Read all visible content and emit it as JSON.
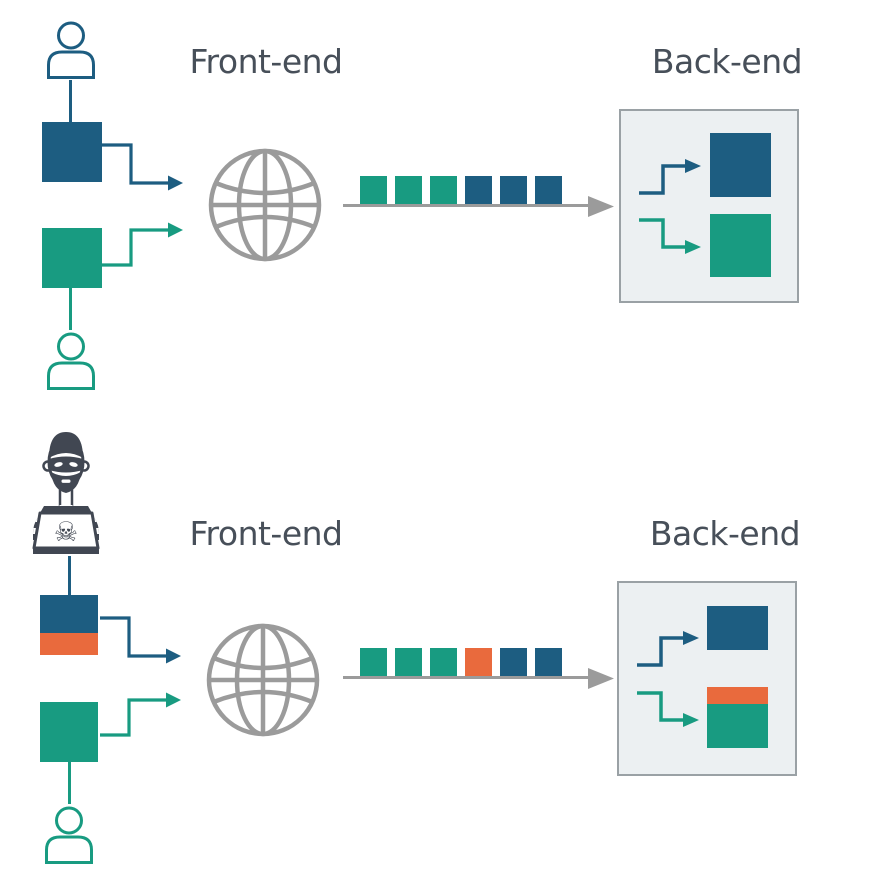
{
  "colors": {
    "blue": "#1d5d81",
    "green": "#189b81",
    "orange": "#e96a3d",
    "gray": "#9b9b9b",
    "dark": "#414752",
    "text": "#474f59",
    "boxbg": "#ecf0f2",
    "boxborder": "#9aa1a5"
  },
  "icons": {
    "user": "person-outline-icon",
    "hacker": "hacker-with-laptop-icon",
    "globe": "globe-wireframe-icon",
    "skull_glyph": "☠"
  },
  "sections": [
    {
      "front_label": "Front-end",
      "back_label": "Back-end",
      "clients": [
        {
          "type": "user",
          "color": "blue",
          "request_segments": [
            {
              "c": "blue",
              "h": 60
            }
          ]
        },
        {
          "type": "user",
          "color": "green",
          "request_segments": [
            {
              "c": "green",
              "h": 60
            }
          ]
        }
      ],
      "stream": [
        "green",
        "green",
        "green",
        "blue",
        "blue",
        "blue"
      ],
      "backend": {
        "slots": [
          {
            "segments": [
              {
                "c": "blue",
                "h": 64
              }
            ]
          },
          {
            "segments": [
              {
                "c": "green",
                "h": 63
              }
            ]
          }
        ]
      }
    },
    {
      "front_label": "Front-end",
      "back_label": "Back-end",
      "clients": [
        {
          "type": "attacker",
          "color": "blue",
          "request_segments": [
            {
              "c": "blue",
              "h": 38
            },
            {
              "c": "orange",
              "h": 22
            }
          ]
        },
        {
          "type": "user",
          "color": "green",
          "request_segments": [
            {
              "c": "green",
              "h": 60
            }
          ]
        }
      ],
      "stream": [
        "green",
        "green",
        "green",
        "orange",
        "blue",
        "blue"
      ],
      "backend": {
        "slots": [
          {
            "segments": [
              {
                "c": "blue",
                "h": 44
              }
            ]
          },
          {
            "segments": [
              {
                "c": "orange",
                "h": 17
              },
              {
                "c": "green",
                "h": 44
              }
            ]
          }
        ]
      }
    }
  ]
}
